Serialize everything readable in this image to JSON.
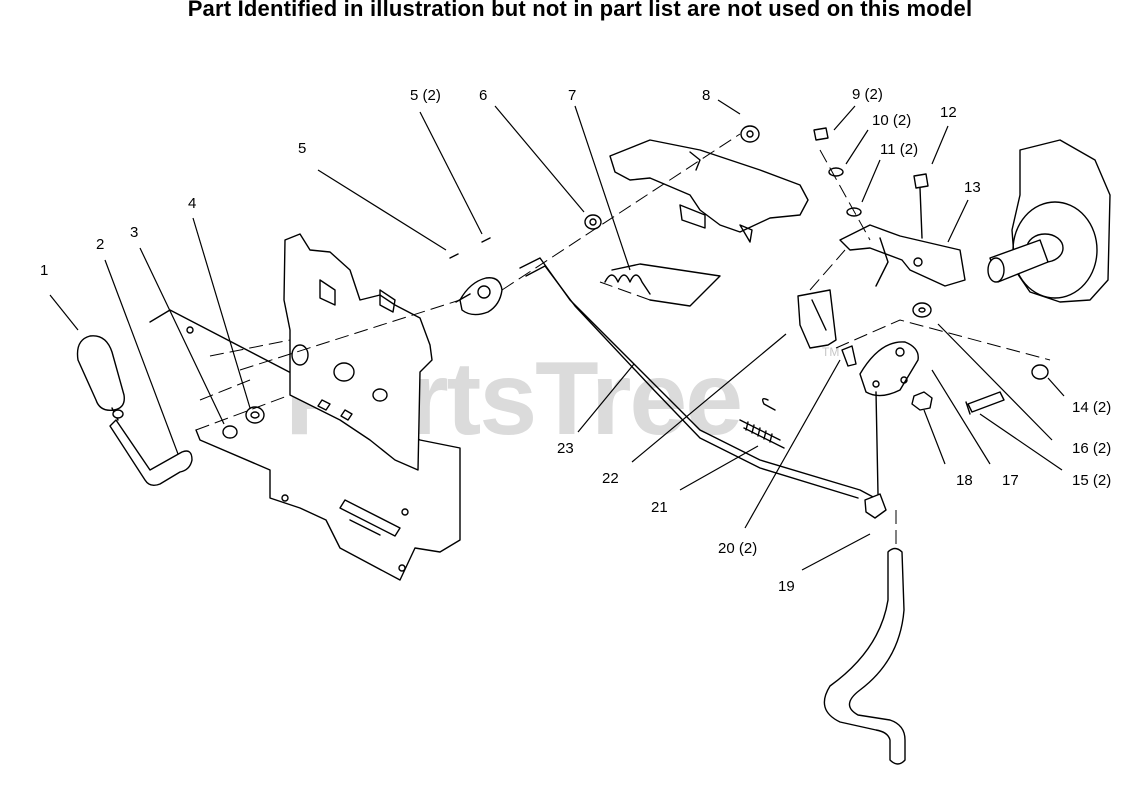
{
  "header": {
    "note": "Part Identified in illustration but not in part list are not used on this model"
  },
  "watermark": {
    "text": "PartsTree",
    "trademark": "TM"
  },
  "callouts": [
    {
      "id": "c1",
      "label": "1"
    },
    {
      "id": "c2",
      "label": "2"
    },
    {
      "id": "c3",
      "label": "3"
    },
    {
      "id": "c4",
      "label": "4"
    },
    {
      "id": "c5",
      "label": "5"
    },
    {
      "id": "c5b",
      "label": "5 (2)"
    },
    {
      "id": "c6",
      "label": "6"
    },
    {
      "id": "c7",
      "label": "7"
    },
    {
      "id": "c8",
      "label": "8"
    },
    {
      "id": "c9",
      "label": "9 (2)"
    },
    {
      "id": "c10",
      "label": "10 (2)"
    },
    {
      "id": "c11",
      "label": "11 (2)"
    },
    {
      "id": "c12",
      "label": "12"
    },
    {
      "id": "c13",
      "label": "13"
    },
    {
      "id": "c14",
      "label": "14 (2)"
    },
    {
      "id": "c15",
      "label": "15 (2)"
    },
    {
      "id": "c16",
      "label": "16 (2)"
    },
    {
      "id": "c17",
      "label": "17"
    },
    {
      "id": "c18",
      "label": "18"
    },
    {
      "id": "c19",
      "label": "19"
    },
    {
      "id": "c20",
      "label": "20 (2)"
    },
    {
      "id": "c21",
      "label": "21"
    },
    {
      "id": "c22",
      "label": "22"
    },
    {
      "id": "c23",
      "label": "23"
    }
  ]
}
